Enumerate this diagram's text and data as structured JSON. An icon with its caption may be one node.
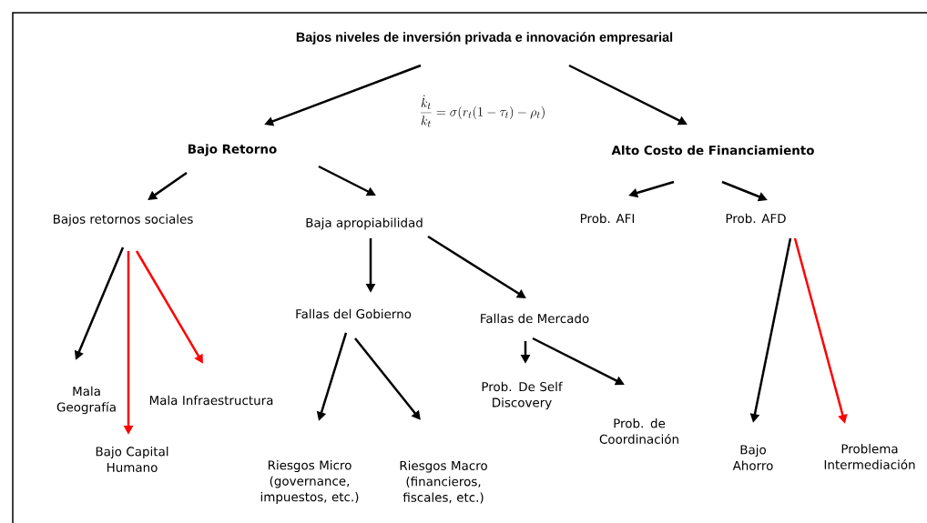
{
  "diagram": {
    "nodes": [
      {
        "text": [
          "Bajos niveles de inversión privada e innovación empresarial"
        ]
      },
      {
        "text": [
          "Bajo Retorno"
        ]
      },
      {
        "text": [
          "Alto Costo de Financiamiento"
        ]
      },
      {
        "text": [
          "Bajos retornos sociales"
        ]
      },
      {
        "text": [
          "Baja apropiabilidad"
        ]
      },
      {
        "text": [
          "Prob. AFI"
        ]
      },
      {
        "text": [
          "Prob. AFD"
        ]
      },
      {
        "text": [
          "Fallas del Gobierno"
        ]
      },
      {
        "text": [
          "Fallas de Mercado"
        ]
      },
      {
        "text": [
          "Mala Geografía"
        ]
      },
      {
        "text": [
          "Mala Infraestructura"
        ]
      },
      {
        "text": [
          "Prob. De Self Discovery"
        ]
      },
      {
        "text": [
          "Prob. de Coordinación"
        ]
      },
      {
        "text": [
          "Bajo Capital Humano"
        ]
      },
      {
        "text": [
          "Riesgos Micro (governance, impuestos, etc.)"
        ]
      },
      {
        "text": [
          "Riesgos Macro (financieros, fiscales, etc.)"
        ]
      },
      {
        "text": [
          "Bajo Ahorro"
        ]
      },
      {
        "text": [
          "Problema Intermediación"
        ]
      }
    ],
    "edges": [
      {
        "from": 0,
        "to": 1,
        "arrow": "to"
      },
      {
        "from": 0,
        "to": 2,
        "arrow": "to"
      },
      {
        "from": 1,
        "to": 3,
        "arrow": "to"
      },
      {
        "from": 1,
        "to": 4,
        "arrow": "to"
      },
      {
        "from": 2,
        "to": 5,
        "arrow": "to"
      },
      {
        "from": 2,
        "to": 6,
        "arrow": "to"
      },
      {
        "from": 3,
        "to": 9,
        "arrow": "to"
      },
      {
        "from": 3,
        "to": 13,
        "arrow": "to",
        "color": "#ff0000"
      },
      {
        "from": 3,
        "to": 10,
        "arrow": "to",
        "color": "#ff0000"
      },
      {
        "from": 4,
        "to": 7,
        "arrow": "to"
      },
      {
        "from": 4,
        "to": 8,
        "arrow": "to"
      },
      {
        "from": 7,
        "to": 14,
        "arrow": "to"
      },
      {
        "from": 7,
        "to": 15,
        "arrow": "to"
      },
      {
        "from": 8,
        "to": 11,
        "arrow": "to"
      },
      {
        "from": 8,
        "to": 12,
        "arrow": "to"
      },
      {
        "from": 6,
        "to": 16,
        "arrow": "to"
      },
      {
        "from": 6,
        "to": 17,
        "arrow": "to",
        "color": "#ff0000"
      }
    ],
    "labels": [
      "\\frac{\\dot{k}_t}{k_t}=\\sigma(r_t(1-\\tau_t)-\\rho_t)"
    ]
  }
}
